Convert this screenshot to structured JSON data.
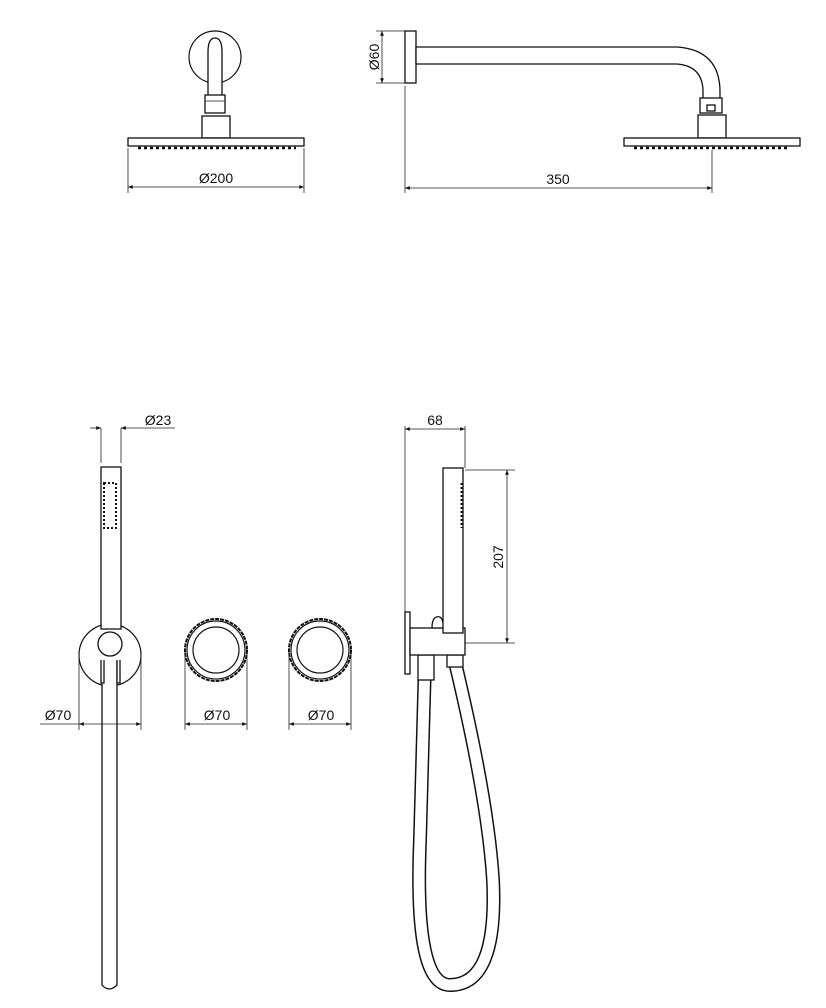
{
  "drawing": {
    "colors": {
      "line": "#111111",
      "background": "#ffffff"
    },
    "views": {
      "head_front": {
        "dimension": "Ø200"
      },
      "head_side": {
        "diameter": "Ø60",
        "length": "350"
      },
      "hand_front": {
        "diameter": "Ø23",
        "wall": "Ø70"
      },
      "mixer_1": {
        "diameter": "Ø70"
      },
      "mixer_2": {
        "diameter": "Ø70"
      },
      "hand_side": {
        "depth": "68",
        "height": "207"
      }
    }
  }
}
